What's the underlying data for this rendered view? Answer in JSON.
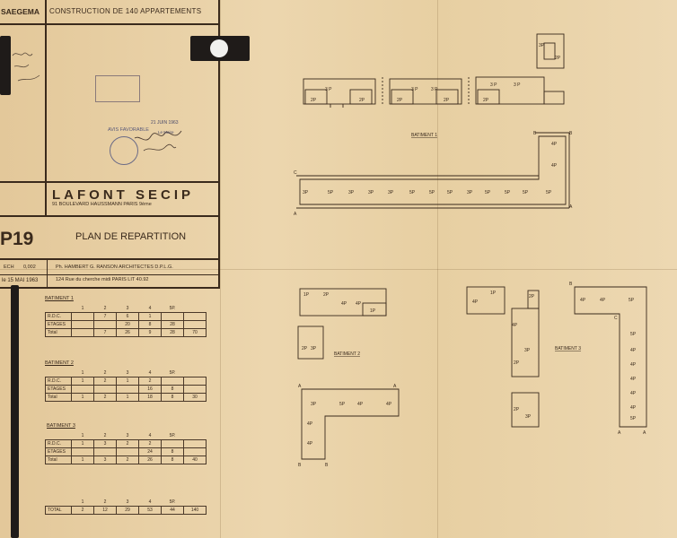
{
  "title_block": {
    "client": "SAEGEMA",
    "project": "CONSTRUCTION DE 140 APPARTEMENTS",
    "firm_name": "LAFONT SECIP",
    "firm_address": "91 BOULEVARD      HAUSSMANN      PARIS      9ème",
    "drawing_number": "P19",
    "drawing_title": "PLAN DE REPARTITION",
    "scale_label": "ECH",
    "scale_value": "0,002",
    "date": "le 15 MAI 1963",
    "architects": "Ph. HAMBERT   G. RANSON     ARCHITECTES  D.P.L.G.",
    "architects_address": "124   Rue du cherche midi      PARIS  LIT  40.92"
  },
  "stamp": {
    "avis_label": "AVIS FAVORABLE",
    "date_text": "21 JUIN 1963",
    "maire": "Le Maire"
  },
  "tables": {
    "bat1": {
      "title": "BATIMENT 1",
      "cols": [
        "1",
        "2",
        "3",
        "4",
        "5P."
      ],
      "rows": [
        {
          "label": "R.D.C.",
          "cells": [
            "",
            "7",
            "6",
            "1",
            "",
            ""
          ]
        },
        {
          "label": "ETAGES",
          "cells": [
            "",
            "",
            "20",
            "8",
            "28",
            ""
          ]
        },
        {
          "label": "Total",
          "cells": [
            "",
            "7",
            "26",
            "9",
            "28",
            "70"
          ]
        }
      ]
    },
    "bat2": {
      "title": "BATIMENT 2",
      "cols": [
        "1",
        "2",
        "3",
        "4",
        "5P."
      ],
      "rows": [
        {
          "label": "R.D.C.",
          "cells": [
            "1",
            "2",
            "1",
            "2",
            "",
            ""
          ]
        },
        {
          "label": "ETAGES",
          "cells": [
            "",
            "",
            "",
            "16",
            "8",
            ""
          ]
        },
        {
          "label": "Total",
          "cells": [
            "1",
            "2",
            "1",
            "18",
            "8",
            "30"
          ]
        }
      ]
    },
    "bat3": {
      "title": "BATIMENT 3",
      "cols": [
        "1",
        "2",
        "3",
        "4",
        "5P."
      ],
      "rows": [
        {
          "label": "R.D.C.",
          "cells": [
            "1",
            "3",
            "2",
            "2",
            "",
            ""
          ]
        },
        {
          "label": "ETAGES",
          "cells": [
            "",
            "",
            "",
            "24",
            "8",
            ""
          ]
        },
        {
          "label": "Total",
          "cells": [
            "1",
            "3",
            "2",
            "26",
            "8",
            "40"
          ]
        }
      ]
    },
    "total": {
      "cols": [
        "1",
        "2",
        "3",
        "4",
        "5P."
      ],
      "label": "TOTAL",
      "cells": [
        "2",
        "12",
        "29",
        "53",
        "44",
        "140"
      ]
    }
  },
  "plans": {
    "bat1_label": "BATIMENT 1",
    "bat2_label": "BATIMENT 2",
    "bat3_label": "BATIMENT 3",
    "units": {
      "p1": "1P",
      "p2": "2P",
      "p3": "3P",
      "p4": "4P",
      "p5": "5P",
      "p3s": "3 P"
    },
    "corners": {
      "a": "A",
      "b": "B",
      "c": "C"
    }
  },
  "colors": {
    "paper": "#e9d3aa",
    "ink": "#3a2a1c",
    "marker": "#1f1b19"
  }
}
